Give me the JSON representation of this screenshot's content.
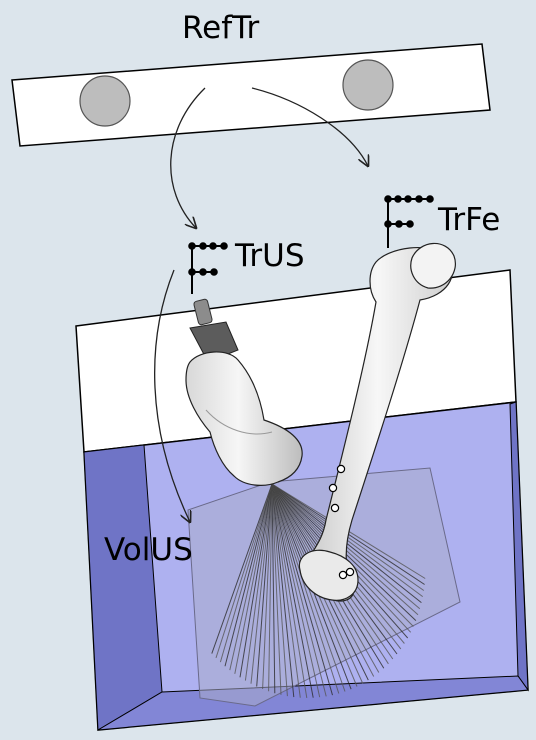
{
  "labels": {
    "reference_tracker": "RefTr",
    "ultrasound_tracker": "TrUS",
    "femur_tracker": "TrFe",
    "ultrasound_volume": "VolUS"
  },
  "colors": {
    "background": "#dce5ec",
    "tank_water": "#aeb1f0",
    "tank_wall_dark": "#6f74c6",
    "bone": "#f0f0f0",
    "marker_disc": "#bdbdbd"
  }
}
